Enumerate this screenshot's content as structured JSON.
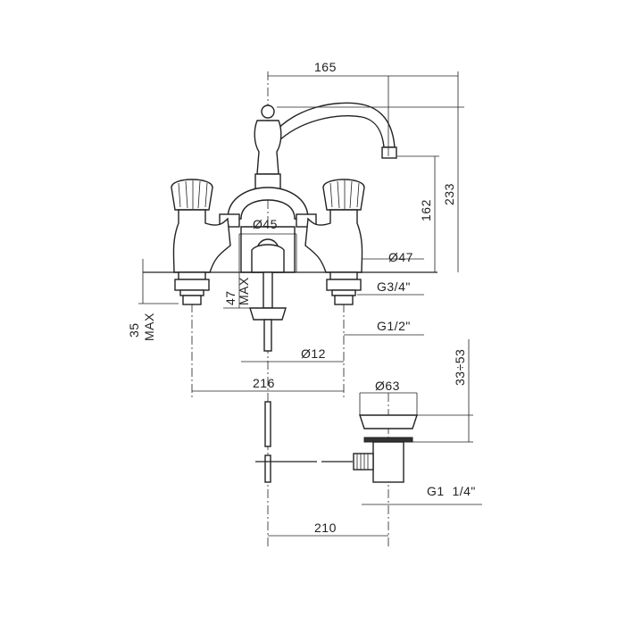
{
  "dimensions": {
    "spout_reach": "165",
    "total_height": "233",
    "spout_height": "162",
    "body_diameter": "Ø45",
    "handle_base_diameter": "Ø47",
    "inlet_thread": "G3/4\"",
    "deck_thickness_center": "47",
    "deck_thickness_center_max": "MAX",
    "deck_thickness_side": "35",
    "deck_thickness_side_max": "MAX",
    "supply_thread": "G1/2\"",
    "rod_diameter": "Ø12",
    "handle_spacing": "216",
    "drain_diameter": "Ø63",
    "drain_adjust": "33÷53",
    "drain_thread": "G1  1/4\"",
    "rod_to_drain": "210"
  }
}
